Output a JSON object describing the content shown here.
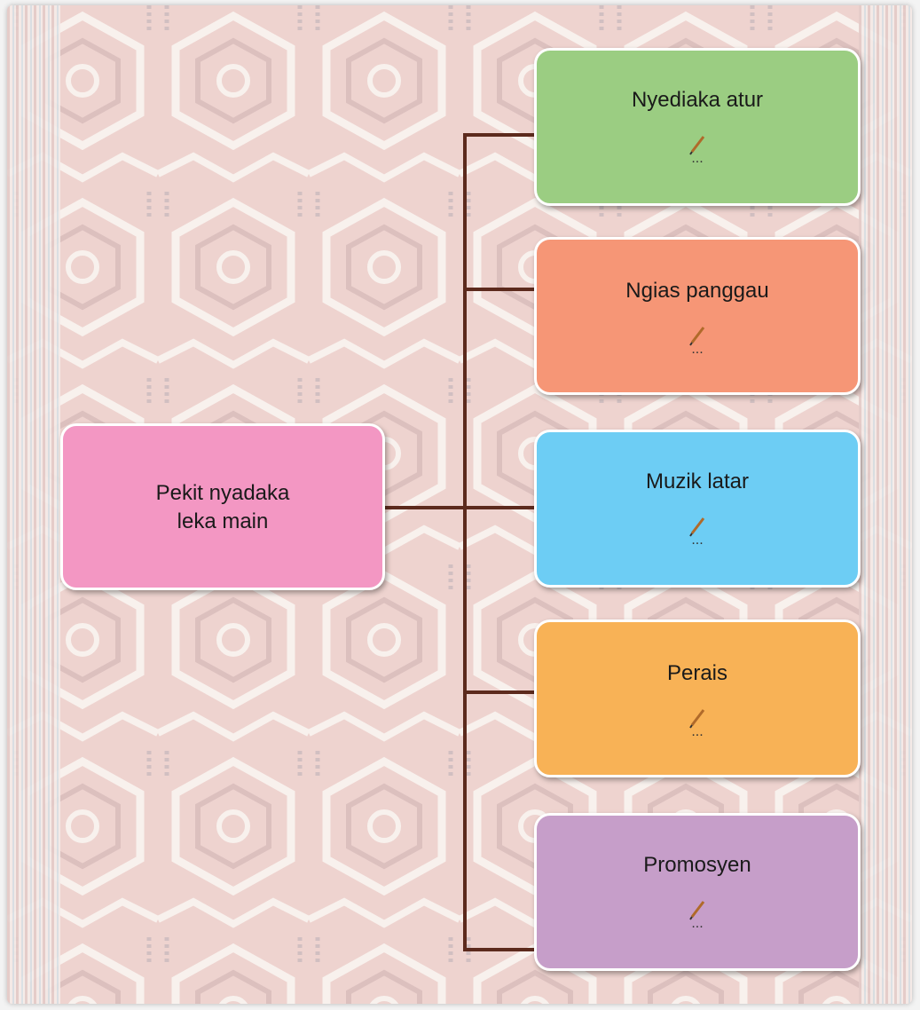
{
  "colors": {
    "root": "#f397c3",
    "connector": "#5c2a1d",
    "nodes": [
      "#9bcd82",
      "#f69676",
      "#6dcdf4",
      "#f8b256",
      "#c69ec9"
    ]
  },
  "root": {
    "line1": "Pekit nyadaka",
    "line2": "leka main"
  },
  "children": [
    {
      "label": "Nyediaka atur",
      "note_icon": "pen-icon",
      "note": "..."
    },
    {
      "label": "Ngias panggau",
      "note_icon": "pen-icon",
      "note": "..."
    },
    {
      "label": "Muzik latar",
      "note_icon": "pen-icon",
      "note": "..."
    },
    {
      "label": "Perais",
      "note_icon": "pen-icon",
      "note": "..."
    },
    {
      "label": "Promosyen",
      "note_icon": "pen-icon",
      "note": "..."
    }
  ]
}
